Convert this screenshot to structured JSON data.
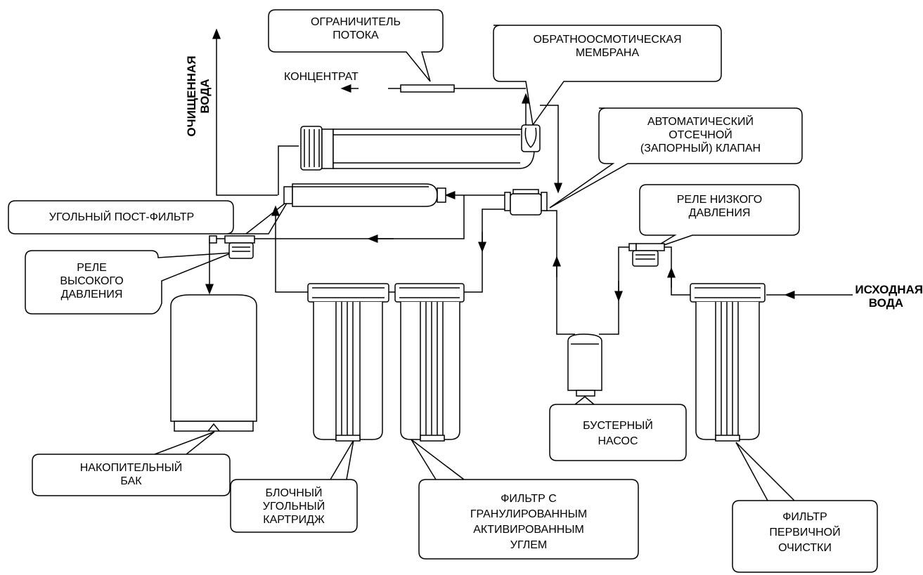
{
  "labels": {
    "flow_restrictor": [
      "ОГРАНИЧИТЕЛЬ",
      "ПОТОКА"
    ],
    "concentrate": "КОНЦЕНТРАТ",
    "ro_membrane": [
      "ОБРАТНООСМОТИЧЕСКАЯ",
      "МЕМБРАНА"
    ],
    "purified_water": [
      "ОЧИЩЕННАЯ",
      "ВОДА"
    ],
    "shutoff_valve": [
      "АВТОМАТИЧЕСКИЙ",
      "ОТСЕЧНОЙ",
      "(ЗАПОРНЫЙ) КЛАПАН"
    ],
    "carbon_postfilter": "УГОЛЬНЫЙ ПОСТ-ФИЛЬТР",
    "low_pressure_relay": [
      "РЕЛЕ НИЗКОГО",
      "ДАВЛЕНИЯ"
    ],
    "high_pressure_relay": [
      "РЕЛЕ",
      "ВЫСОКОГО",
      "ДАВЛЕНИЯ"
    ],
    "source_water": [
      "ИСХОДНАЯ",
      "ВОДА"
    ],
    "storage_tank": [
      "НАКОПИТЕЛЬНЫЙ",
      "БАК"
    ],
    "block_carbon": [
      "БЛОЧНЫЙ",
      "УГОЛЬНЫЙ",
      "КАРТРИДЖ"
    ],
    "gac_filter": [
      "ФИЛЬТР С",
      "ГРАНУЛИРОВАННЫМ",
      "АКТИВИРОВАННЫМ",
      "УГЛЕМ"
    ],
    "booster_pump": [
      "БУСТЕРНЫЙ",
      "НАСОС"
    ],
    "prefilter": [
      "ФИЛЬТР",
      "ПЕРВИЧНОЙ",
      "ОЧИСТКИ"
    ]
  }
}
